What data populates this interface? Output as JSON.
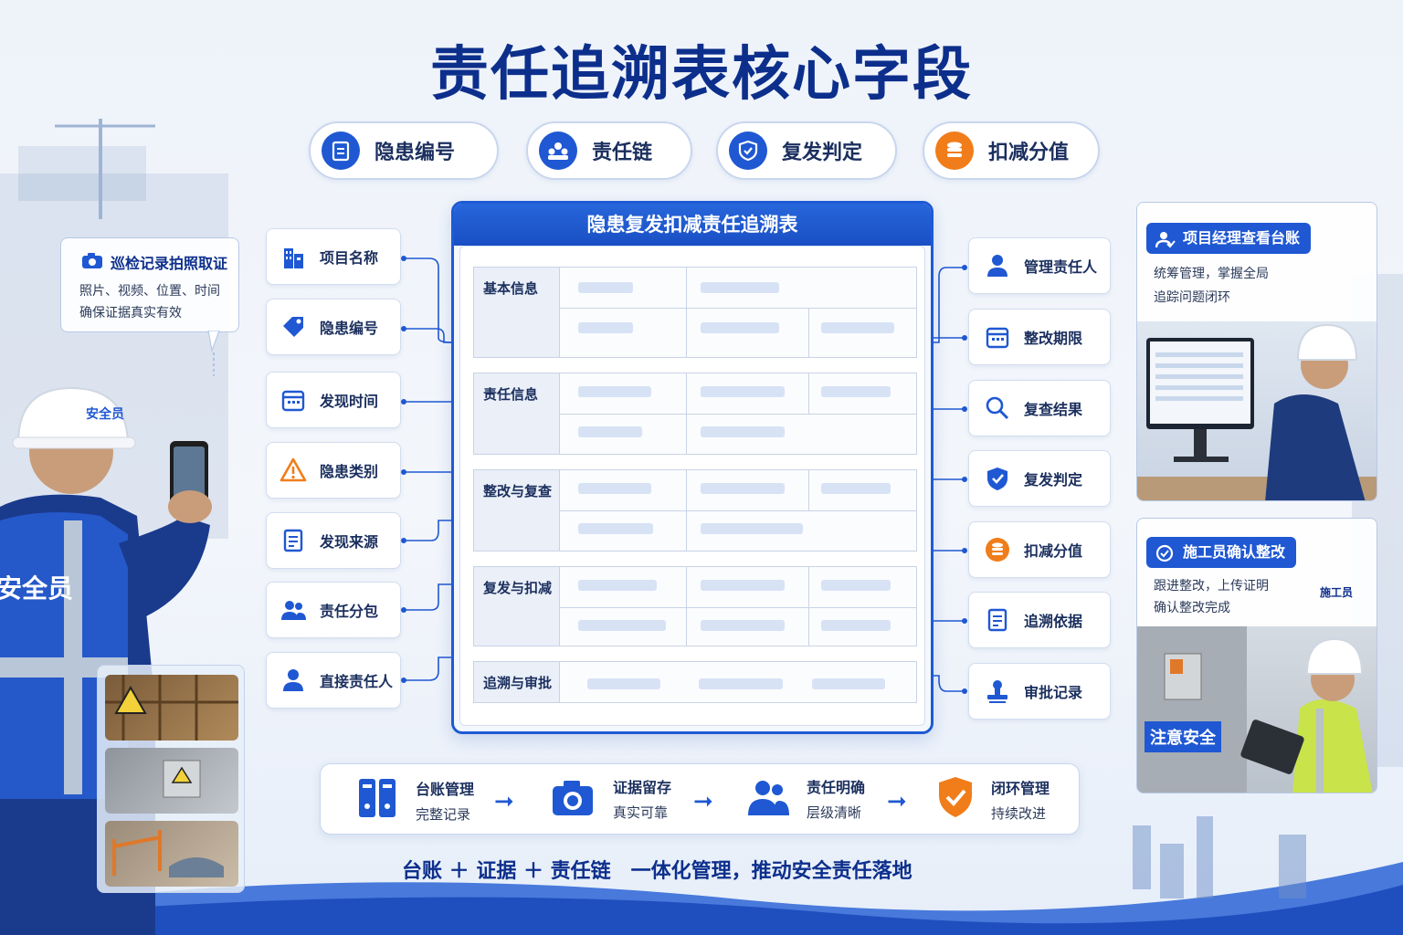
{
  "title": "责任追溯表核心字段",
  "top_pills": [
    {
      "label": "隐患编号",
      "icon": "clipboard-icon",
      "color": "#1f58d2"
    },
    {
      "label": "责任链",
      "icon": "team-icon",
      "color": "#1f58d2"
    },
    {
      "label": "复发判定",
      "icon": "shield-check-icon",
      "color": "#1f58d2"
    },
    {
      "label": "扣减分值",
      "icon": "coin-stack-icon",
      "color": "#f07d1a"
    }
  ],
  "table": {
    "header": "隐患复发扣减责任追溯表",
    "sections": [
      "基本信息",
      "责任信息",
      "整改与复查",
      "复发与扣减",
      "追溯与审批"
    ]
  },
  "left_fields": [
    {
      "label": "项目名称",
      "icon": "building-icon"
    },
    {
      "label": "隐患编号",
      "icon": "tag-icon"
    },
    {
      "label": "发现时间",
      "icon": "calendar-icon"
    },
    {
      "label": "隐患类别",
      "icon": "warning-icon"
    },
    {
      "label": "发现来源",
      "icon": "document-icon"
    },
    {
      "label": "责任分包",
      "icon": "group-icon"
    },
    {
      "label": "直接责任人",
      "icon": "person-icon"
    }
  ],
  "right_fields": [
    {
      "label": "管理责任人",
      "icon": "person-icon"
    },
    {
      "label": "整改期限",
      "icon": "calendar-icon"
    },
    {
      "label": "复查结果",
      "icon": "search-icon"
    },
    {
      "label": "复发判定",
      "icon": "shield-check-icon"
    },
    {
      "label": "扣减分值",
      "icon": "coin-stack-icon"
    },
    {
      "label": "追溯依据",
      "icon": "document-icon"
    },
    {
      "label": "审批记录",
      "icon": "stamp-icon"
    }
  ],
  "inspection_callout": {
    "title": "巡检记录拍照取证",
    "line1": "照片、视频、位置、时间",
    "line2": "确保证据真实有效"
  },
  "manager_panel": {
    "tag": "项目经理查看台账",
    "line1": "统筹管理，掌握全局",
    "line2": "追踪问题闭环"
  },
  "constructor_panel": {
    "tag": "施工员确认整改",
    "line1": "跟进整改，上传证明",
    "line2": "确认整改完成",
    "helmet_label": "施工员",
    "sign": "注意安全"
  },
  "safety_officer": {
    "helmet_label": "安全员",
    "vest_label": "安全员"
  },
  "flow": [
    {
      "title": "台账管理",
      "sub": "完整记录",
      "icon": "binder-icon"
    },
    {
      "title": "证据留存",
      "sub": "真实可靠",
      "icon": "camera-icon"
    },
    {
      "title": "责任明确",
      "sub": "层级清晰",
      "icon": "team-icon"
    },
    {
      "title": "闭环管理",
      "sub": "持续改进",
      "icon": "shield-check-icon"
    }
  ],
  "slogan": "台账 ＋ 证据 ＋ 责任链　一体化管理，推动安全责任落地",
  "colors": {
    "primary": "#1f58d2",
    "dark": "#0d2f8c",
    "orange": "#f07d1a"
  }
}
